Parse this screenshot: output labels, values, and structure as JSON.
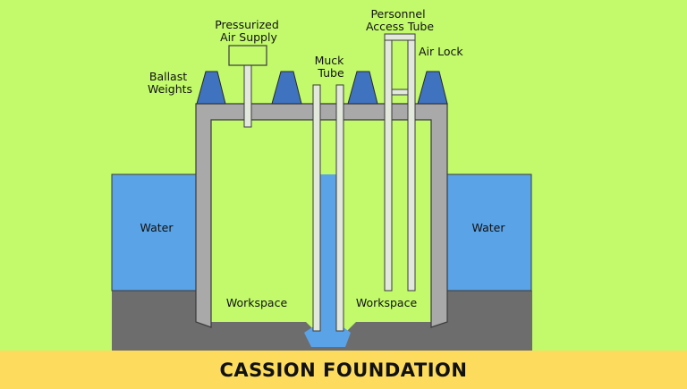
{
  "labels": {
    "pressurized_air_supply": [
      "Pressurized",
      "Air Supply"
    ],
    "personnel_access_tube": [
      "Personnel",
      "Access Tube"
    ],
    "air_lock": "Air Lock",
    "muck_tube": [
      "Muck",
      "Tube"
    ],
    "ballast_weights": [
      "Ballast",
      "Weights"
    ],
    "water_left": "Water",
    "water_right": "Water",
    "workspace_left": "Workspace",
    "workspace_right": "Workspace"
  },
  "banner": {
    "title": "CASSION FOUNDATION"
  },
  "colors": {
    "background": "#c2fa6c",
    "water": "#5aa3e6",
    "ground": "#6d6d6d",
    "caisson_wall": "#a9a9a9",
    "ballast_weight": "#3f73bf",
    "tube": "#e2e8dc",
    "banner": "#fddb5d"
  }
}
